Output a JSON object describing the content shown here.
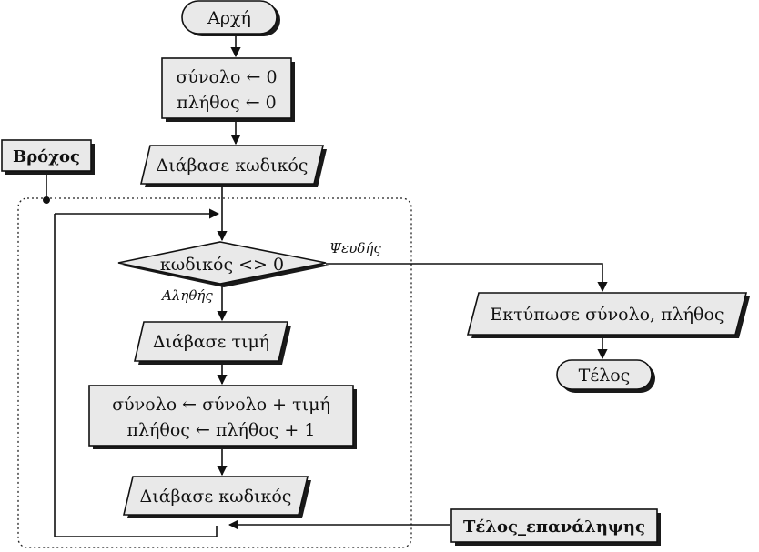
{
  "flowchart": {
    "start": "Αρχή",
    "init_line1": "σύνολο ← 0",
    "init_line2": "πλήθος ← 0",
    "read_code_first": "Διάβασε κωδικός",
    "condition": "κωδικός <> 0",
    "label_true": "Αληθής",
    "label_false": "Ψευδής",
    "read_value": "Διάβασε τιμή",
    "update_line1": "σύνολο ← σύνολο + τιμή",
    "update_line2": "πλήθος ← πλήθος + 1",
    "read_code_loop": "Διάβασε κωδικός",
    "print": "Εκτύπωσε σύνολο, πλήθος",
    "end": "Τέλος",
    "loop_label": "Βρόχος",
    "end_loop_label": "Τέλος_επανάληψης"
  }
}
